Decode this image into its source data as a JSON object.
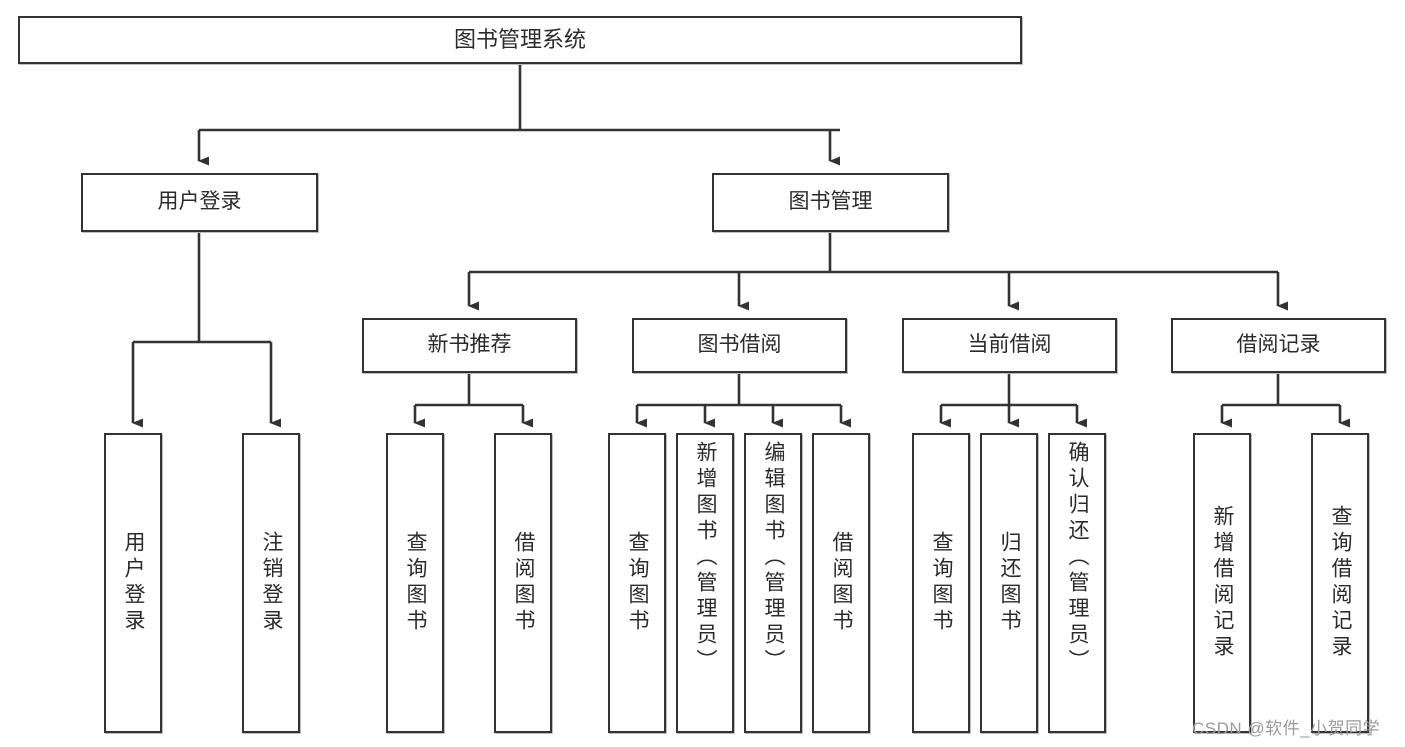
{
  "diagram": {
    "title": "图书管理系统",
    "type": "tree-hierarchy",
    "stroke_color": "#333333",
    "node_fill": "#ffffff",
    "text_color": "#2b2b2b",
    "nodes": {
      "root": {
        "label": "图书管理系统"
      },
      "user_login": {
        "label": "用户登录"
      },
      "book_manage": {
        "label": "图书管理"
      },
      "new_book_rec": {
        "label": "新书推荐"
      },
      "book_borrow": {
        "label": "图书借阅"
      },
      "current_borrow": {
        "label": "当前借阅"
      },
      "borrow_record": {
        "label": "借阅记录"
      },
      "leaf_user_login": {
        "label": "用户登录"
      },
      "leaf_logout": {
        "label": "注销登录"
      },
      "leaf_query_book_1": {
        "label": "查询图书"
      },
      "leaf_borrow_book_1": {
        "label": "借阅图书"
      },
      "leaf_query_book_2": {
        "label": "查询图书"
      },
      "leaf_add_book": {
        "label": "新增图书（管理员）"
      },
      "leaf_edit_book": {
        "label": "编辑图书（管理员）"
      },
      "leaf_borrow_book_2": {
        "label": "借阅图书"
      },
      "leaf_query_book_3": {
        "label": "查询图书"
      },
      "leaf_return_book": {
        "label": "归还图书"
      },
      "leaf_confirm_return": {
        "label": "确认归还（管理员）"
      },
      "leaf_add_record": {
        "label": "新增借阅记录"
      },
      "leaf_query_record": {
        "label": "查询借阅记录"
      }
    }
  },
  "watermark": {
    "text": "CSDN @软件_小贺同学"
  }
}
